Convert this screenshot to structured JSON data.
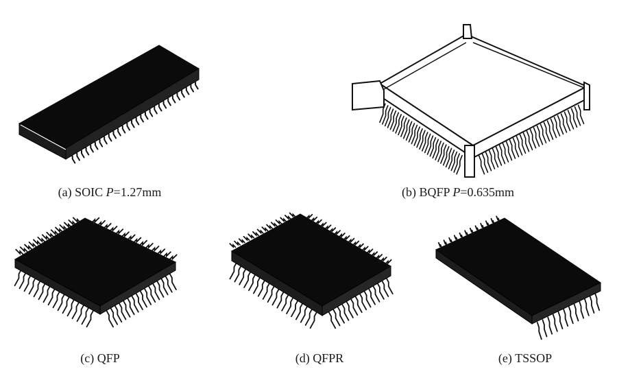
{
  "figures": [
    {
      "id": "a",
      "paren": "(a)",
      "name": "SOIC",
      "pitch_var": "P",
      "pitch_text": "=1.27mm"
    },
    {
      "id": "b",
      "paren": "(b)",
      "name": "BQFP",
      "pitch_var": "P",
      "pitch_text": "=0.635mm"
    },
    {
      "id": "c",
      "paren": "(c)",
      "name": "QFP"
    },
    {
      "id": "d",
      "paren": "(d)",
      "name": "QFPR"
    },
    {
      "id": "e",
      "paren": "(e)",
      "name": "TSSOP"
    }
  ]
}
